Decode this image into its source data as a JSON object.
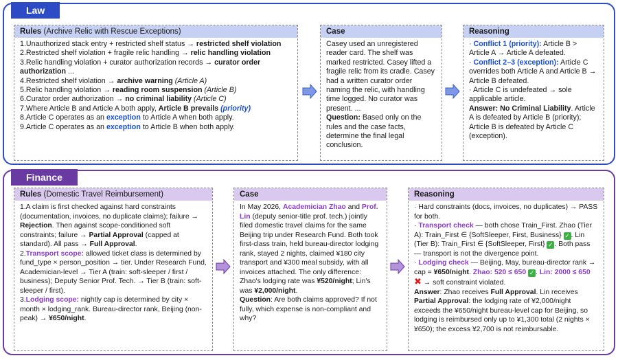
{
  "law": {
    "tag": "Law",
    "rules": {
      "title": "Rules",
      "subtitle": "(Archive Relic with Rescue Exceptions)",
      "items": [
        {
          "pre": "1.Unauthorized stack entry + restricted shelf status → ",
          "bold": "restricted shelf violation"
        },
        {
          "pre": "2.Restricted shelf violation + fragile relic handling → ",
          "bold": "relic handling violation"
        },
        {
          "pre": "3.Relic handling violation + curator authorization records → ",
          "bold": "curator order authorization",
          "post": " ..."
        },
        {
          "pre": "4.Restricted shelf violation → ",
          "bold": "archive warning",
          "ital": " (Article A)"
        },
        {
          "pre": "5.Relic handling violation → ",
          "bold": "reading room suspension",
          "ital": " (Article B)"
        },
        {
          "pre": "6.Curator order authorization → ",
          "bold": "no criminal liability",
          "ital": " (Article C)"
        },
        {
          "pre": "7.Where Article B and Article A both apply,  ",
          "bold": "Article B prevails",
          "tag": "(priority)"
        },
        {
          "pre": "8.Article C operates as an ",
          "kw": "exception",
          "post": " to Article A when both apply."
        },
        {
          "pre": "9.Article C operates as an ",
          "kw": "exception",
          "post": " to Article B when both apply."
        }
      ]
    },
    "case": {
      "title": "Case",
      "text": "Casey used an unregistered reader card. The shelf was marked restricted. Casey lifted a fragile relic from its cradle. Casey had a written curator order naming the relic, with handling time logged. No curator was present. ...",
      "q_label": "Question:",
      "q_text": " Based only on the rules and the case facts, determine the final legal conclusion."
    },
    "reasoning": {
      "title": "Reasoning",
      "c1_label": "Conflict 1 (priority):",
      "c1_text": " Article B > Article A → Article A defeated.",
      "c2_label": "Conflict 2–3 (exception):",
      "c2_text": " Article C overrides both Article A and Article B → Article B defeated.",
      "c3_text": "· Article C is undefeated → sole applicable article.",
      "ans_label": "Answer: No Criminal Liability",
      "ans_text": ". Article A is defeated by Article B (priority); Article B is defeated by Article C (exception)."
    }
  },
  "finance": {
    "tag": "Finance",
    "rules": {
      "title": "Rules",
      "subtitle": "(Domestic Travel Reimbursement)",
      "p1a": "1.A claim is first checked against hard constraints (documentation, invoices, no duplicate claims); failure → ",
      "p1b": "Rejection",
      "p1c": ". Then against scope-conditioned soft constraints; failure → ",
      "p1d": "Partial Approval",
      "p1e": " (capped at standard). All pass → ",
      "p1f": "Full Approval",
      "p1g": ".",
      "p2a": "2.",
      "p2b": "Transport scope:",
      "p2c": " allowed ticket class is determined by fund_type × person_position → tier. Under Research Fund, Academician-level → Tier A (train: soft-sleeper / first / business); Deputy Senior Prof. Tech. → Tier B (train: soft-sleeper / first).",
      "p3a": "3.",
      "p3b": "Lodging scope:",
      "p3c": " nightly cap is determined by city × month × lodging_rank. Bureau-director rank, Beijing (non-peak) → ",
      "p3d": "¥650/night",
      "p3e": "."
    },
    "case": {
      "title": "Case",
      "t1": "In May 2026, ",
      "n1": "Academician Zhao",
      "t2": " and ",
      "n2": "Prof. Lin",
      "t3": " (deputy senior-title prof. tech.) jointly filed domestic travel claims for the same Beijing trip under Research Fund. Both took first-class train, held bureau-director lodging rank, stayed 2 nights, claimed ¥180 city transport and ¥300 meal subsidy, with all invoices attached. The only difference: Zhao's lodging rate was ",
      "v1": "¥520/night",
      "t4": "; Lin's was ",
      "v2": "¥2,000/night",
      "t5": ".",
      "q_label": "Question",
      "q_text": ": Are both claims approved? If not fully, which expense is non-compliant and why?"
    },
    "reasoning": {
      "title": "Reasoning",
      "r1": "· Hard constraints (docs, invoices, no duplicates) → PASS for both.",
      "r2a": "· ",
      "r2b": "Transport check",
      "r2c": " — both chose Train_First. Zhao (Tier A): Train_First ∈ {SoftSleeper, First, Business} ",
      "r2d": ". Lin (Tier B): Train_First ∈ {SoftSleeper, First} ",
      "r2e": ". Both pass — transport is not the divergence point.",
      "r3a": "· ",
      "r3b": "Lodging check",
      "r3c": " — Beijing, May, bureau-director rank → cap = ",
      "r3d": "¥650/night",
      "r3e": ". ",
      "r3f": "Zhao: 520 ≤ 650",
      "r3g": ". ",
      "r3h": "Lin: 2000 ≤ 650",
      "r3i": " → soft constraint violated.",
      "a1": "Answer",
      "a2": ": Zhao receives ",
      "a3": "Full Approval",
      "a4": ". Lin receives ",
      "a5": "Partial Approval",
      "a6": ": the lodging rate of ¥2,000/night exceeds the ¥650/night bureau-level cap for Beijing, so lodging is reimbursed only up to ¥1,300 total (2 nights × ¥650); the excess ¥2,700 is not reimbursable.",
      "check_glyph": "✓",
      "cross_glyph": "✖"
    }
  },
  "colors": {
    "law": "#2e4bc6",
    "finance": "#6a3aa3",
    "highlight_blue": "#1a4fd0",
    "highlight_purple": "#8a3cc8",
    "pass": "#3cb043",
    "fail": "#e01b1b"
  }
}
